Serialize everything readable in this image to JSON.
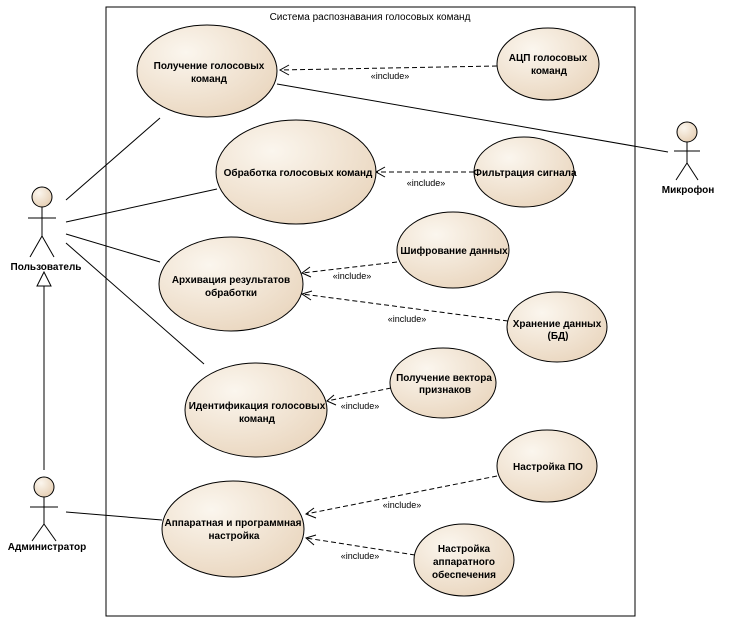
{
  "system": {
    "title": "Система распознавания голосовых команд"
  },
  "actors": {
    "user": "Пользователь",
    "admin": "Администратор",
    "mic": "Микрофон"
  },
  "use_cases": {
    "receive": [
      "Получение голосовых",
      "команд"
    ],
    "adc": [
      "АЦП голосовых",
      "команд"
    ],
    "process": [
      "Обработка голосовых команд"
    ],
    "filter": [
      "Фильтрация сигнала"
    ],
    "archive": [
      "Архивация результатов",
      "обработки"
    ],
    "encrypt": [
      "Шифрование данных"
    ],
    "store": [
      "Хранение данных",
      "(БД)"
    ],
    "identify": [
      "Идентификация голосовых",
      "команд"
    ],
    "features": [
      "Получение вектора",
      "признаков"
    ],
    "setup": [
      "Аппаратная и программная",
      "настройка"
    ],
    "sw_setup": [
      "Настройка ПО"
    ],
    "hw_setup": [
      "Настройка",
      "аппаратного",
      "обеспечения"
    ]
  },
  "include_label": "«include»"
}
